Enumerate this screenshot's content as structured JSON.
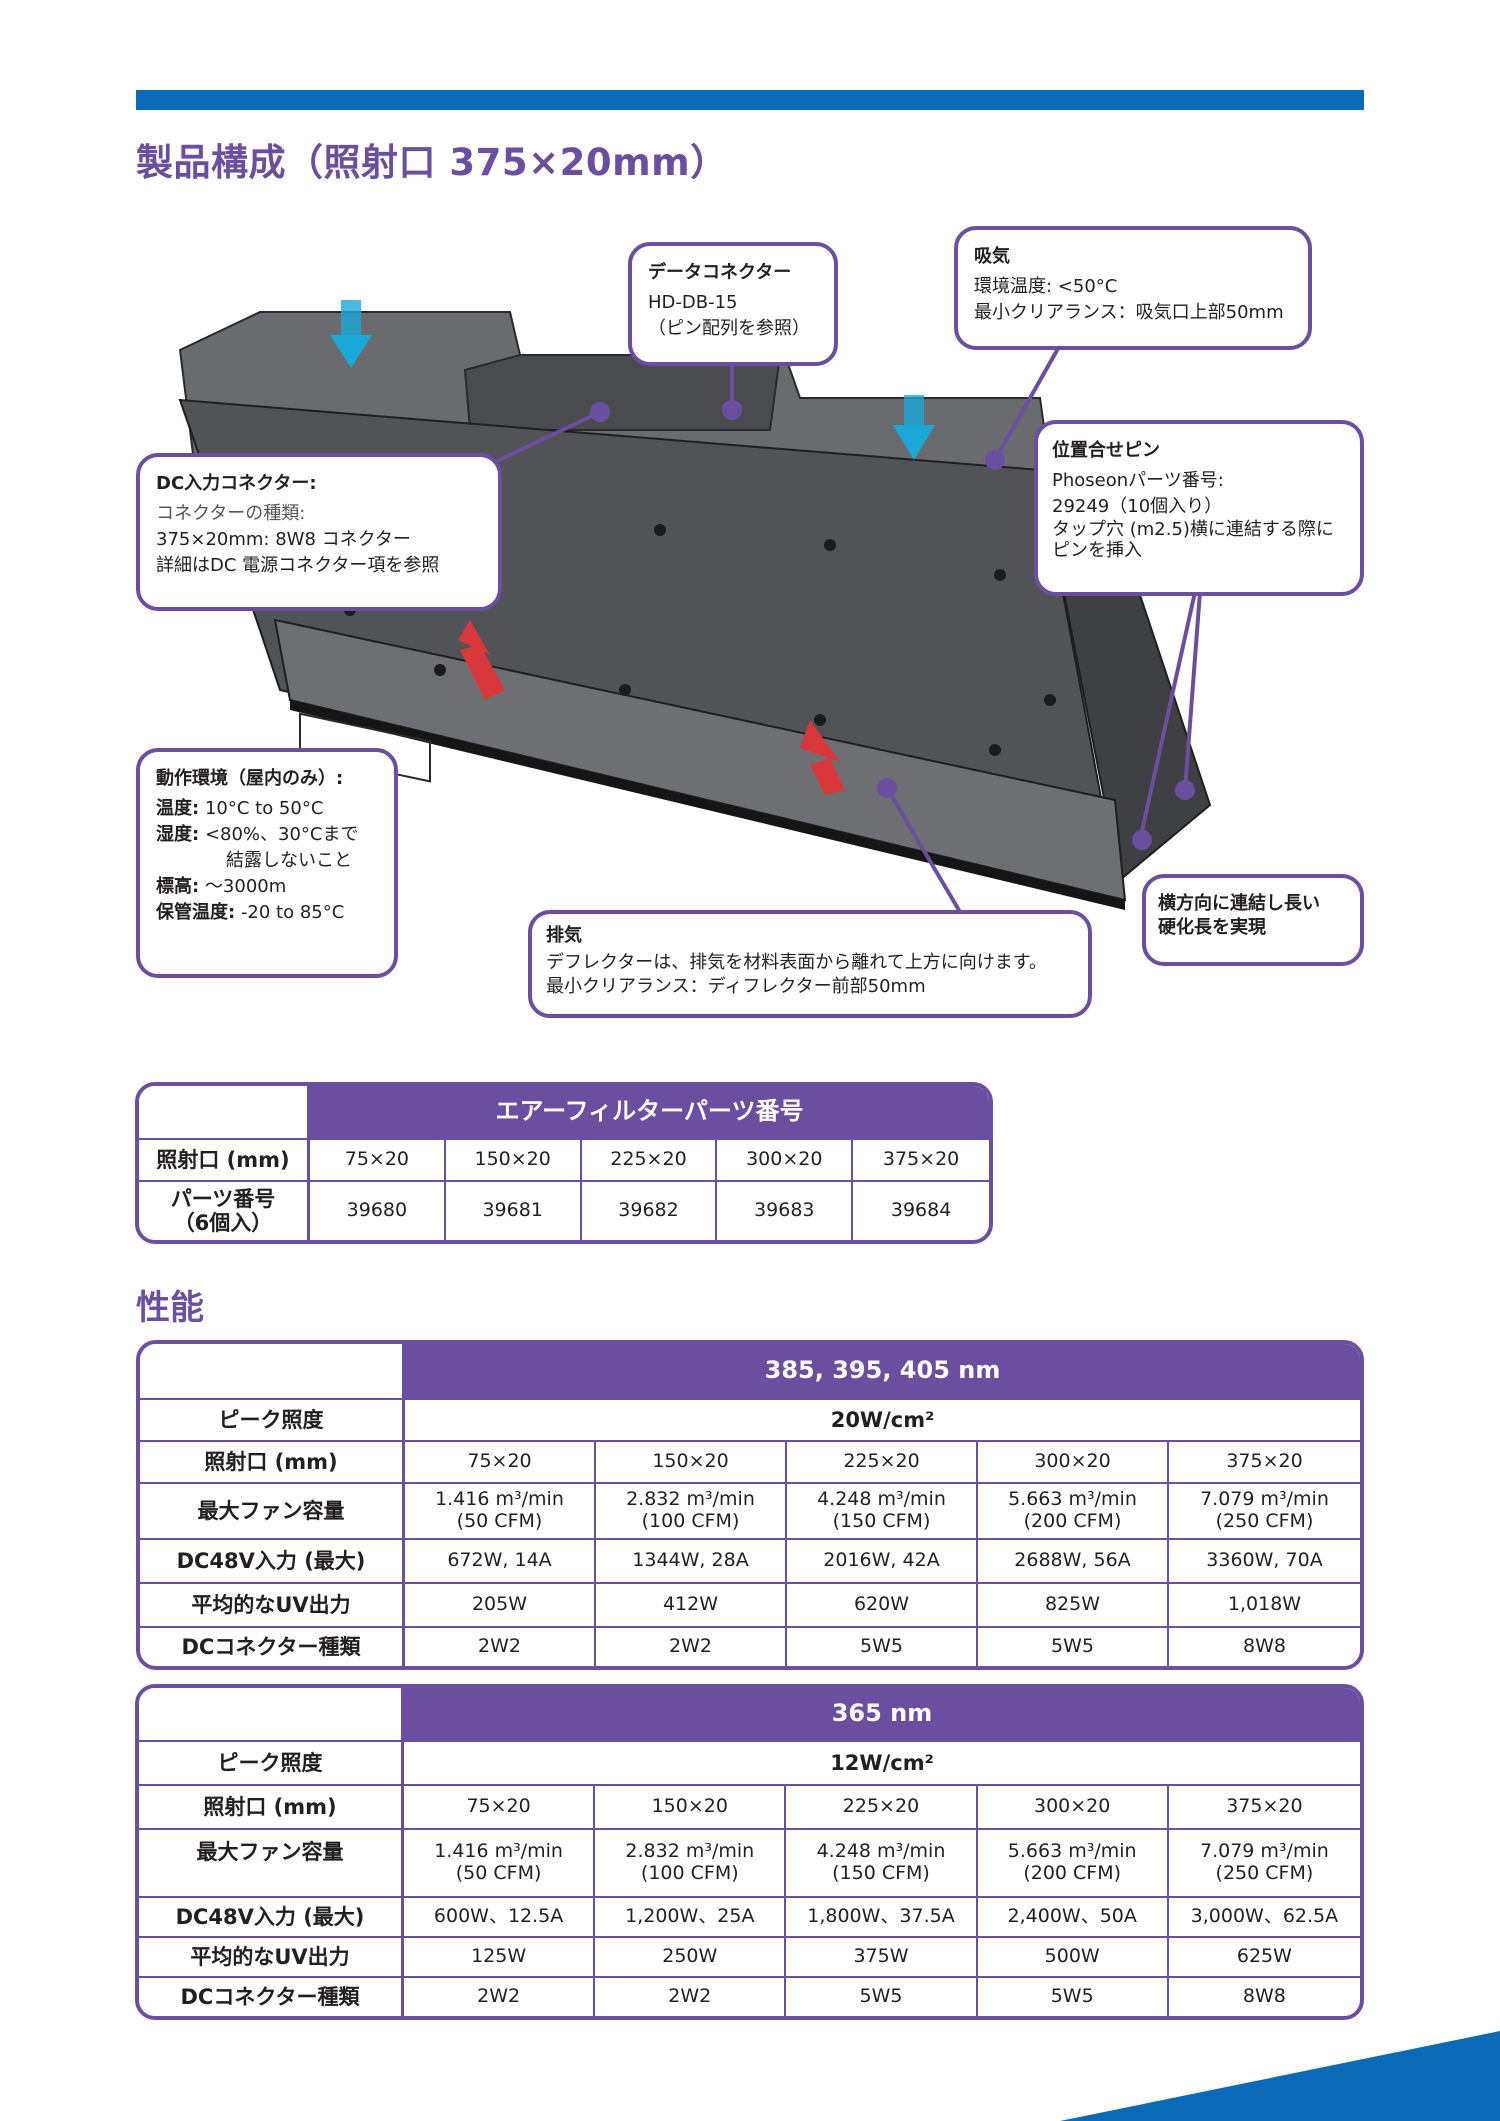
{
  "header": {
    "title": "製品構成（照射口 375×20mm）"
  },
  "callouts": {
    "data_connector": {
      "title": "データコネクター",
      "lines": [
        "HD-DB-15",
        "（ピン配列を参照）"
      ]
    },
    "intake": {
      "title": "吸気",
      "lines": [
        "環境温度: <50°C",
        "最小クリアランス：吸気口上部50mm"
      ]
    },
    "dc_input": {
      "title": "DC入力コネクター:",
      "lines": [
        "コネクターの種類:",
        "375×20mm: 8W8 コネクター",
        "詳細はDC 電源コネクター項を参照"
      ]
    },
    "alignment_pin": {
      "title": "位置合せピン",
      "lines": [
        "Phoseonパーツ番号:",
        "29249（10個入り）",
        "タップ穴 (m2.5)横に連結する際にピンを挿入"
      ]
    },
    "environment": {
      "title": "動作環境（屋内のみ）:",
      "rows": [
        {
          "label": "温度:",
          "value": "10°C to 50°C"
        },
        {
          "label": "湿度:",
          "value": "<80%、30°Cまで",
          "value2": "結露しないこと"
        },
        {
          "label": "標高:",
          "value": "～3000m"
        },
        {
          "label": "保管温度:",
          "value": "-20 to 85°C"
        }
      ]
    },
    "exhaust": {
      "title": "排気",
      "lines": [
        "デフレクターは、排気を材料表面から離れて上方に向けます。",
        "最小クリアランス：ディフレクター前部50mm"
      ]
    },
    "lateral": {
      "lines": [
        "横方向に連結し長い",
        "硬化長を実現"
      ]
    }
  },
  "filter_table": {
    "header": "エアーフィルターパーツ番号",
    "row1_label": "照射口 (mm)",
    "row2_label": "パーツ番号",
    "row2_label2": "（6個入）",
    "windows": [
      "75×20",
      "150×20",
      "225×20",
      "300×20",
      "375×20"
    ],
    "part_numbers": [
      "39680",
      "39681",
      "39682",
      "39683",
      "39684"
    ]
  },
  "performance": {
    "title": "性能",
    "tables": [
      {
        "header": "385, 395, 405 nm",
        "peak_label": "ピーク照度",
        "peak_value": "20W/cm²",
        "window_label": "照射口 (mm)",
        "windows": [
          "75×20",
          "150×20",
          "225×20",
          "300×20",
          "375×20"
        ],
        "fan_label": "最大ファン容量",
        "fan": [
          [
            "1.416 m³/min",
            "(50 CFM)"
          ],
          [
            "2.832 m³/min",
            "(100 CFM)"
          ],
          [
            "4.248 m³/min",
            "(150 CFM)"
          ],
          [
            "5.663 m³/min",
            "(200 CFM)"
          ],
          [
            "7.079 m³/min",
            "(250 CFM)"
          ]
        ],
        "dc_label": "DC48V入力 (最大)",
        "dc": [
          "672W, 14A",
          "1344W, 28A",
          "2016W, 42A",
          "2688W, 56A",
          "3360W, 70A"
        ],
        "uv_label": "平均的なUV出力",
        "uv": [
          "205W",
          "412W",
          "620W",
          "825W",
          "1,018W"
        ],
        "conn_label": "DCコネクター種類",
        "conn": [
          "2W2",
          "2W2",
          "5W5",
          "5W5",
          "8W8"
        ]
      },
      {
        "header": "365 nm",
        "peak_label": "ピーク照度",
        "peak_value": "12W/cm²",
        "window_label": "照射口 (mm)",
        "windows": [
          "75×20",
          "150×20",
          "225×20",
          "300×20",
          "375×20"
        ],
        "fan_label": "最大ファン容量",
        "fan": [
          [
            "1.416 m³/min",
            "(50 CFM)"
          ],
          [
            "2.832 m³/min",
            "(100 CFM)"
          ],
          [
            "4.248 m³/min",
            "(150 CFM)"
          ],
          [
            "5.663 m³/min",
            "(200 CFM)"
          ],
          [
            "7.079 m³/min",
            "(250 CFM)"
          ]
        ],
        "dc_label": "DC48V入力 (最大)",
        "dc": [
          "600W、12.5A",
          "1,200W、25A",
          "1,800W、37.5A",
          "2,400W、50A",
          "3,000W、62.5A"
        ],
        "uv_label": "平均的なUV出力",
        "uv": [
          "125W",
          "250W",
          "375W",
          "500W",
          "625W"
        ],
        "conn_label": "DCコネクター種類",
        "conn": [
          "2W2",
          "2W2",
          "5W5",
          "5W5",
          "8W8"
        ]
      }
    ]
  },
  "colors": {
    "brand_blue": "#0a6ab7",
    "accent_purple": "#6a4fa0",
    "device_gray": "#5c5d60",
    "arrow_red": "#d9383a",
    "arrow_cyan": "#1aa8d8"
  }
}
